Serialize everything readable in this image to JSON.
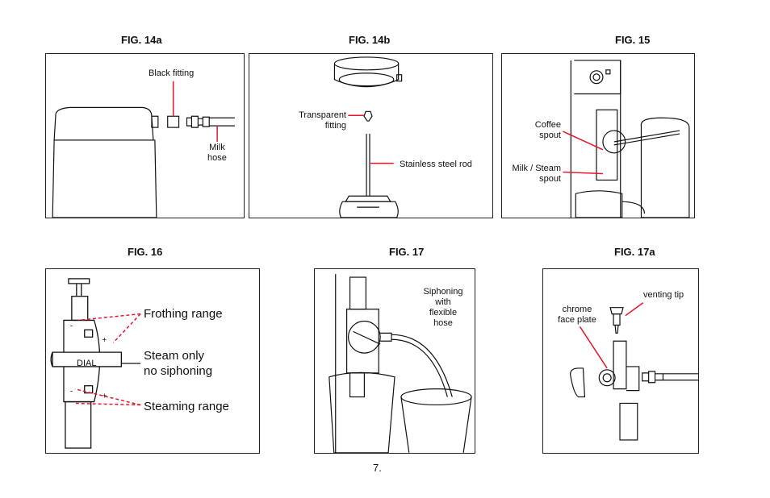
{
  "figures": {
    "fig14a": {
      "title": "FIG. 14a",
      "labels": {
        "black_fitting": "Black fitting",
        "milk_hose": "Milk\nhose"
      }
    },
    "fig14b": {
      "title": "FIG. 14b",
      "labels": {
        "transparent_fitting": "Transparent\nfitting",
        "stainless_rod": "Stainless steel rod"
      }
    },
    "fig15": {
      "title": "FIG. 15",
      "labels": {
        "coffee_spout": "Coffee\nspout",
        "milk_steam_spout": "Milk / Steam\nspout"
      }
    },
    "fig16": {
      "title": "FIG. 16",
      "labels": {
        "frothing_range": "Frothing range",
        "steam_only": "Steam only\nno siphoning",
        "steaming_range": "Steaming range",
        "dial": "DIAL"
      }
    },
    "fig17": {
      "title": "FIG. 17",
      "labels": {
        "siphoning": "Siphoning\nwith\nflexible\nhose"
      }
    },
    "fig17a": {
      "title": "FIG. 17a",
      "labels": {
        "venting_tip": "venting tip",
        "chrome_face_plate": "chrome\nface plate"
      }
    }
  },
  "page_number": "7.",
  "colors": {
    "accent": "#e8132a",
    "ink": "#111111"
  }
}
